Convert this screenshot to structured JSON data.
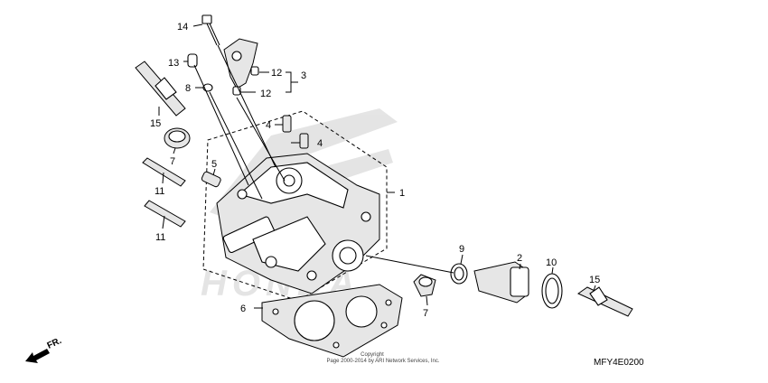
{
  "callouts": [
    {
      "id": "c14",
      "label": "14"
    },
    {
      "id": "c13",
      "label": "13"
    },
    {
      "id": "c8",
      "label": "8"
    },
    {
      "id": "c12a",
      "label": "12"
    },
    {
      "id": "c12b",
      "label": "12"
    },
    {
      "id": "c3",
      "label": "3"
    },
    {
      "id": "c15a",
      "label": "15"
    },
    {
      "id": "c7a",
      "label": "7"
    },
    {
      "id": "c11a",
      "label": "11"
    },
    {
      "id": "c11b",
      "label": "11"
    },
    {
      "id": "c4a",
      "label": "4"
    },
    {
      "id": "c4b",
      "label": "4"
    },
    {
      "id": "c5",
      "label": "5"
    },
    {
      "id": "c1",
      "label": "1"
    },
    {
      "id": "c9",
      "label": "9"
    },
    {
      "id": "c2",
      "label": "2"
    },
    {
      "id": "c10",
      "label": "10"
    },
    {
      "id": "c15b",
      "label": "15"
    },
    {
      "id": "c7b",
      "label": "7"
    },
    {
      "id": "c6",
      "label": "6"
    }
  ],
  "front_marker": "FR.",
  "copyright_line1": "Copyright",
  "copyright_line2": "Page 2000-2014 by ARI Network Services, Inc.",
  "diagram_code": "MFY4E0200",
  "watermark_text": "HONDA"
}
